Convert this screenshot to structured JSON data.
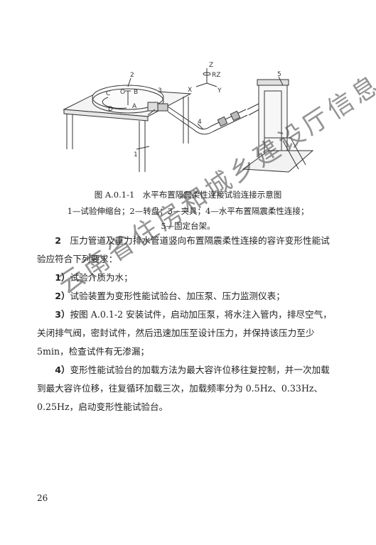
{
  "figure": {
    "axis_labels": {
      "z": "Z",
      "rz": "RZ",
      "x": "X",
      "y": "Y"
    },
    "callouts": [
      "1",
      "2",
      "3",
      "4",
      "5"
    ],
    "turntable_letters": [
      "C",
      "O",
      "B",
      "D",
      "A"
    ],
    "caption": "图 A.0.1-1　水平布置隔震柔性连接试验连接示意图",
    "legend_line1": "1—试验伸缩台；2—转盘；3—夹具；4—水平布置隔震柔性连接；",
    "legend_line2": "5—固定台架。"
  },
  "section": {
    "item_number": "2",
    "item_text": "压力管道及重力排水管道竖向布置隔震柔性连接的容许变形性能试验应符合下列要求：",
    "list": [
      {
        "num": "1）",
        "text": "试验介质为水；"
      },
      {
        "num": "2）",
        "text": "试验装置为变形性能试验台、加压泵、压力监测仪表；"
      },
      {
        "num": "3）",
        "text": "按图 A.0.1-2 安装试件，启动加压泵，将水注入管内，排尽空气，关闭排气阀，密封试件，然后迅速加压至设计压力，并保持该压力至少 5min，检查试件有无渗漏；"
      },
      {
        "num": "4）",
        "text": "变形性能试验台的加载方法为最大容许位移往复控制，并一次加载到最大容许位移，往复循环加载三次，加载频率分为 0.5Hz、0.33Hz、0.25Hz，启动变形性能试验台。"
      }
    ]
  },
  "page_number": "26",
  "watermark": "云南省住房和城乡建设厅信息公开"
}
